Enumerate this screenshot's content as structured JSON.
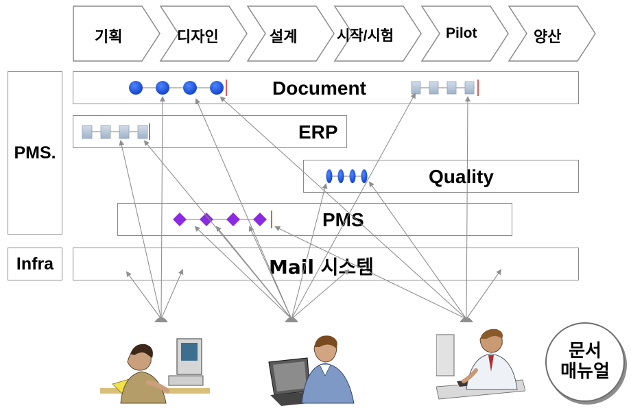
{
  "phases": [
    "기획",
    "디자인",
    "설계",
    "시작/시험",
    "Pilot",
    "양산"
  ],
  "side_labels": {
    "pms": "PMS.",
    "infra": "Infra"
  },
  "systems": {
    "document": "Document",
    "erp": "ERP",
    "quality": "Quality",
    "pms": "PMS",
    "mail": "Mail 시스템"
  },
  "users": [
    {
      "name": "designer-woman"
    },
    {
      "name": "engineer-laptop"
    },
    {
      "name": "manager-desk"
    }
  ],
  "badge": {
    "line1": "문서",
    "line2": "매뉴얼"
  },
  "colors": {
    "box_border": "#8a8a8a",
    "circle_blue": "#1a55e0",
    "oval_blue": "#2a5fe8",
    "diamond_purple": "#8a2be2",
    "square_gray": "#b8c6d8",
    "arrow_gray": "#8f8f8f",
    "end_mark_red": "#e02020"
  }
}
